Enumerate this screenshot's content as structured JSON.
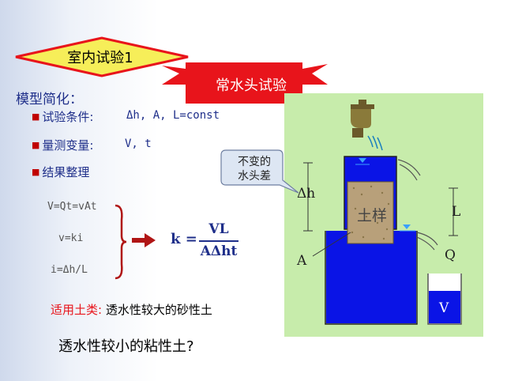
{
  "title_diamond": "室内试验1",
  "banner": "常水头试验",
  "heading": "模型简化：",
  "bullets": [
    {
      "label": "试验条件:",
      "value": "Δh, A, L=const"
    },
    {
      "label": "量测变量:",
      "value": "V, t"
    },
    {
      "label": "结果整理",
      "value": ""
    }
  ],
  "equations": [
    "V=Qt=vAt",
    "v=ki",
    "i=Δh/L"
  ],
  "formula": {
    "lhs": "k =",
    "numerator": "VL",
    "denominator": "AΔht"
  },
  "callout": {
    "line1": "不变的",
    "line2": "水头差"
  },
  "figure_labels": {
    "soil": "土样",
    "dh": "Δh",
    "L": "L",
    "A": "A",
    "Q": "Q",
    "V": "V"
  },
  "applicable": {
    "label": "适用土类:",
    "value": "透水性较大的砂性土"
  },
  "question": "透水性较小的粘性土?",
  "colors": {
    "accent_red": "#e8141b",
    "diamond_fill": "#f6ee59",
    "text_blue": "#1f2f8a",
    "water_blue": "#0a14e6",
    "panel_green": "#c7ecab"
  }
}
